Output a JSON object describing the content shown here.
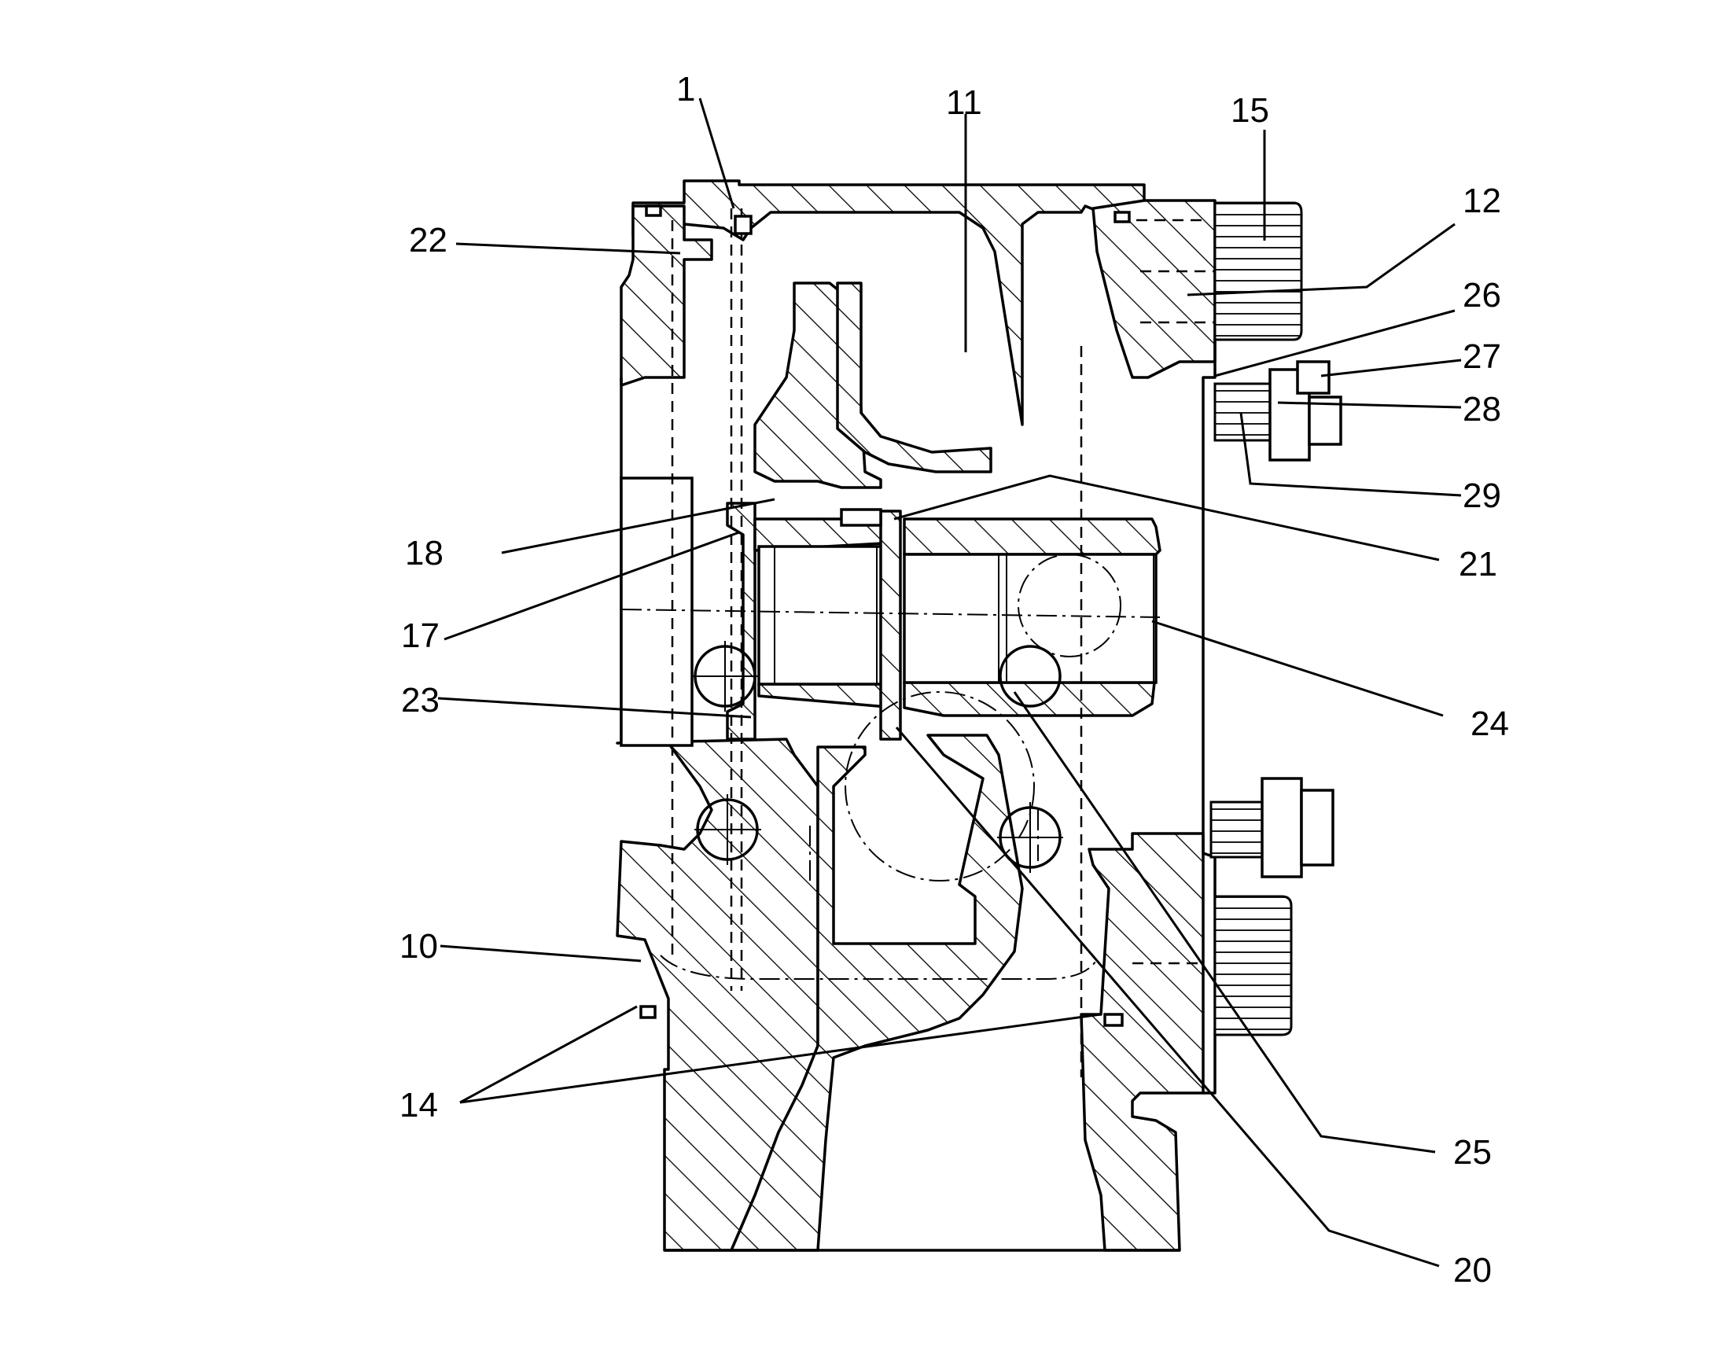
{
  "figure": {
    "labels": [
      {
        "id": "1",
        "text": "1"
      },
      {
        "id": "11",
        "text": "11"
      },
      {
        "id": "15",
        "text": "15"
      },
      {
        "id": "12",
        "text": "12"
      },
      {
        "id": "22",
        "text": "22"
      },
      {
        "id": "26",
        "text": "26"
      },
      {
        "id": "27",
        "text": "27"
      },
      {
        "id": "28",
        "text": "28"
      },
      {
        "id": "29",
        "text": "29"
      },
      {
        "id": "18",
        "text": "18"
      },
      {
        "id": "21",
        "text": "21"
      },
      {
        "id": "17",
        "text": "17"
      },
      {
        "id": "23",
        "text": "23"
      },
      {
        "id": "24",
        "text": "24"
      },
      {
        "id": "10",
        "text": "10"
      },
      {
        "id": "14",
        "text": "14"
      },
      {
        "id": "25",
        "text": "25"
      },
      {
        "id": "20",
        "text": "20"
      }
    ]
  }
}
